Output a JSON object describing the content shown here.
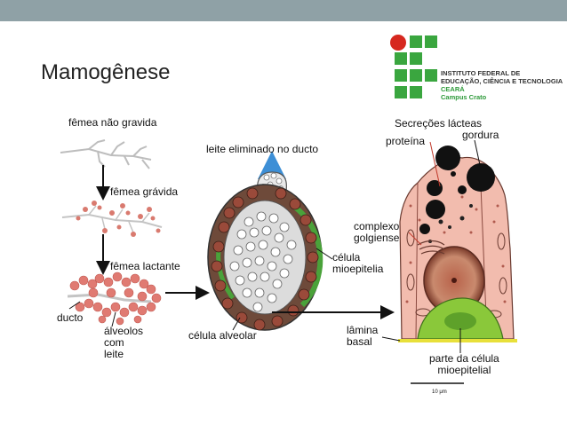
{
  "slide": {
    "title": "Mamogênese"
  },
  "logo": {
    "line1": "INSTITUTO FEDERAL DE",
    "line2": "EDUCAÇÃO, CIÊNCIA E TECNOLOGIA",
    "line3": "CEARÁ",
    "line4": "Campus Crato",
    "colors": {
      "green": "#3aa63f",
      "red": "#d6281f"
    }
  },
  "labels": {
    "femea_nao_gravida": "fêmea não gravida",
    "femea_gravida": "fêmea grávida",
    "femea_lactante": "fêmea lactante",
    "ducto": "ducto",
    "alveolos_1": "álveolos",
    "alveolos_2": "com",
    "alveolos_3": "leite",
    "leite_eliminado": "leite eliminado no ducto",
    "celula_alveolar": "célula alveolar",
    "celula_mioepitelia_1": "célula",
    "celula_mioepitelia_2": "mioepitelia",
    "secrecoes_lacteas": "Secreções lácteas",
    "proteina": "proteína",
    "gordura": "gordura",
    "complexo_1": "complexo",
    "complexo_2": "golgiense",
    "lamina_1": "lâmina",
    "lamina_2": "basal",
    "parte_celula_1": "parte da célula",
    "parte_celula_2": "mioepitelial",
    "scale": "10 μm"
  }
}
